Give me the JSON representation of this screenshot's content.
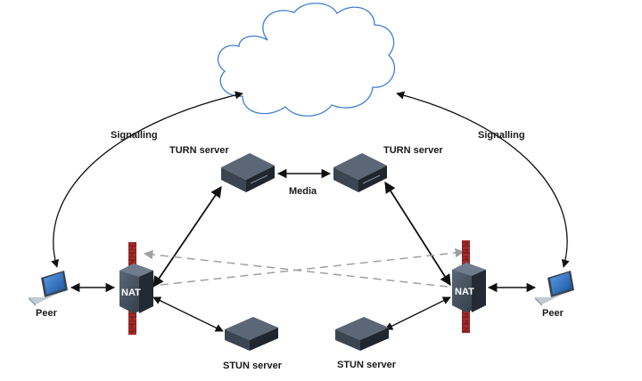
{
  "labels": {
    "signalling_left": "Signalling",
    "signalling_right": "Signalling",
    "turn_left": "TURN server",
    "turn_right": "TURN server",
    "media": "Media",
    "nat_left": "NAT",
    "nat_right": "NAT",
    "peer_left": "Peer",
    "peer_right": "Peer",
    "stun_left": "STUN server",
    "stun_right": "STUN server"
  },
  "colors": {
    "cloud_stroke": "#3f7fd0",
    "arrow": "#111111",
    "dashed_arrow": "#a0a0a0",
    "firewall": "#a32a2a",
    "device_top": "#4a5564",
    "device_side": "#20262e"
  }
}
